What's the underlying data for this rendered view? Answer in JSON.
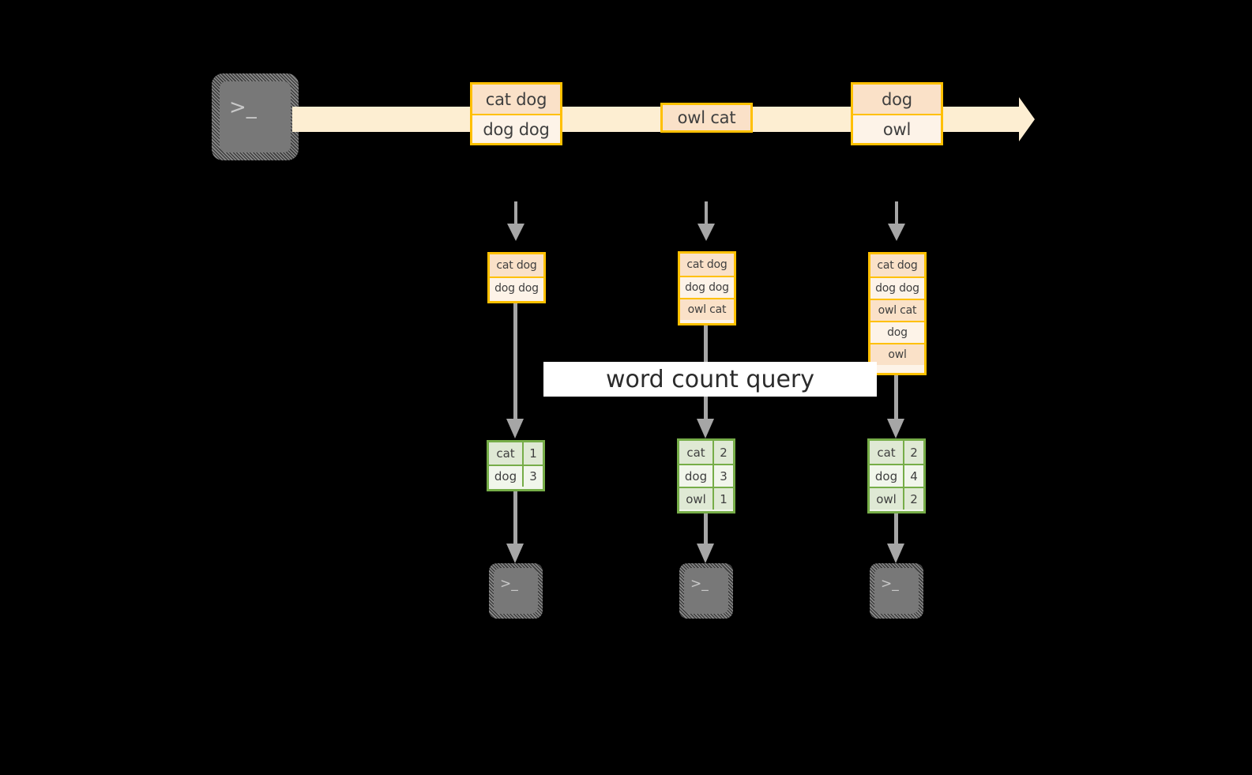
{
  "diagram": {
    "title_label": "word count query",
    "colors": {
      "stream_band": "#fdeed2",
      "event_border": "#ffc000",
      "event_fill_dark": "#fae1c8",
      "event_fill_light": "#fdf3e8",
      "result_border": "#76ad48",
      "result_fill_dark": "#dfe9d4",
      "result_fill_light": "#f1f6eb",
      "connector": "#a6a6a6",
      "terminal_body": "#787878",
      "label_background": "#ffffff",
      "page_background": "#000000"
    },
    "source": {
      "icon_name": "terminal-icon",
      "prompt_glyph": ">_"
    },
    "stream_events": [
      {
        "lines": [
          "cat dog",
          "dog dog"
        ]
      },
      {
        "lines": [
          "owl cat"
        ]
      },
      {
        "lines": [
          "dog",
          "owl"
        ]
      }
    ],
    "snapshots": [
      {
        "lines": [
          "cat dog",
          "dog dog"
        ]
      },
      {
        "lines": [
          "cat dog",
          "dog dog",
          "owl cat"
        ]
      },
      {
        "lines": [
          "cat dog",
          "dog dog",
          "owl cat",
          "dog",
          "owl"
        ]
      }
    ],
    "results": [
      {
        "rows": [
          {
            "word": "cat",
            "count": "1"
          },
          {
            "word": "dog",
            "count": "3"
          }
        ]
      },
      {
        "rows": [
          {
            "word": "cat",
            "count": "2"
          },
          {
            "word": "dog",
            "count": "3"
          },
          {
            "word": "owl",
            "count": "1"
          }
        ]
      },
      {
        "rows": [
          {
            "word": "cat",
            "count": "2"
          },
          {
            "word": "dog",
            "count": "4"
          },
          {
            "word": "owl",
            "count": "2"
          }
        ]
      }
    ],
    "sinks": [
      {
        "icon_name": "terminal-icon",
        "prompt_glyph": ">_"
      },
      {
        "icon_name": "terminal-icon",
        "prompt_glyph": ">_"
      },
      {
        "icon_name": "terminal-icon",
        "prompt_glyph": ">_"
      }
    ]
  }
}
